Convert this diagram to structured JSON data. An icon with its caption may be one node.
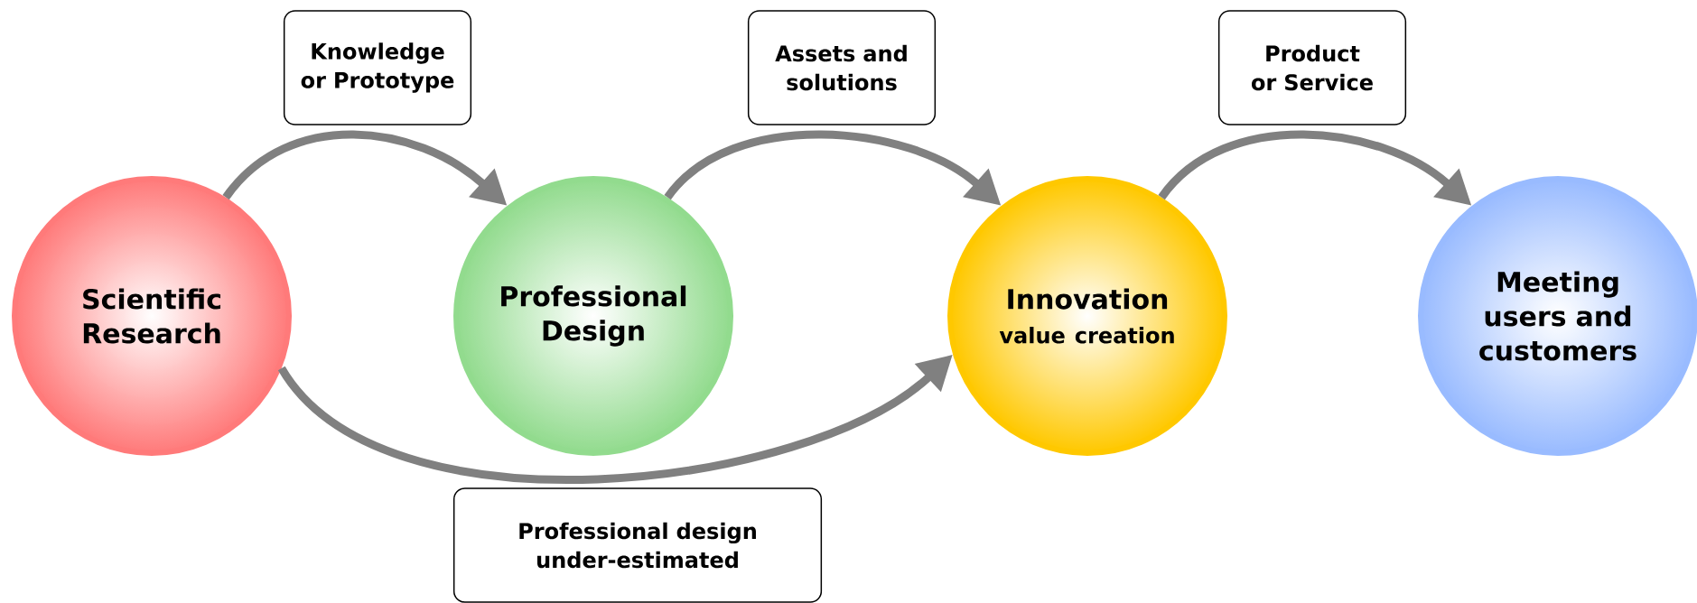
{
  "diagram": {
    "nodes": [
      {
        "text": [
          "Scientific Research"
        ]
      },
      {
        "text": [
          "Professional Design"
        ]
      },
      {
        "text": [
          "Innovation",
          "value creation"
        ]
      },
      {
        "text": [
          "Meeting users and customers"
        ]
      }
    ],
    "edges": [
      {
        "from": 0,
        "to": 1,
        "arrow": "to",
        "label": "Knowledge or Prototype"
      },
      {
        "from": 1,
        "to": 2,
        "arrow": "to",
        "label": "Assets and solutions"
      },
      {
        "from": 2,
        "to": 3,
        "arrow": "to",
        "label": "Product or Service"
      },
      {
        "from": 0,
        "to": 2,
        "arrow": "to",
        "label": "Professional design under-estimated"
      }
    ]
  }
}
